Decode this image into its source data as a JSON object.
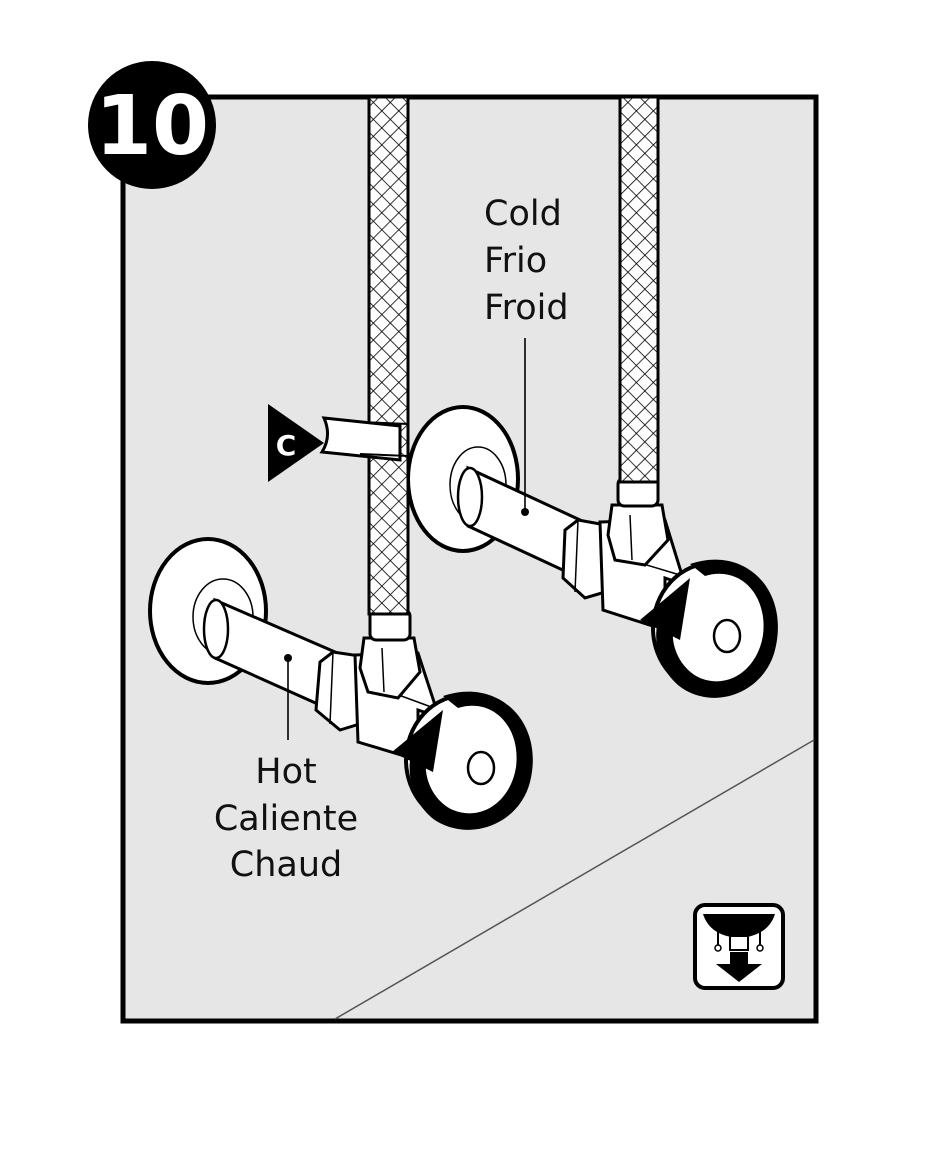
{
  "step": {
    "number": "10"
  },
  "labels": {
    "cold": [
      "Cold",
      "Frio",
      "Froid"
    ],
    "hot": [
      "Hot",
      "Caliente",
      "Chaud"
    ]
  },
  "callout": {
    "letter": "C"
  },
  "icons": {
    "step_badge": "step-number-badge",
    "tag_marker": "pointer-triangle-icon",
    "corner_icon": "sink-drain-icon",
    "turn_arrow": "rotate-counterclockwise-icon"
  },
  "colors": {
    "panel": "#e6e6e6",
    "ink": "#000000",
    "hose_fill": "#ffffff"
  }
}
